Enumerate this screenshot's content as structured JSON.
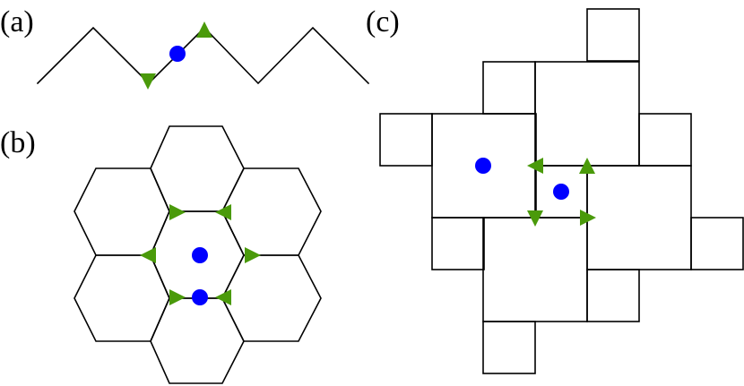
{
  "panels": {
    "a": {
      "label": "(a)"
    },
    "b": {
      "label": "(b)"
    },
    "c": {
      "label": "(c)"
    }
  },
  "colors": {
    "line": "#000000",
    "dot": "#0000ff",
    "marker": "#4a9a0a",
    "background": "#ffffff"
  },
  "markers": {
    "dot": "filled-circle",
    "arrow": "filled-triangle"
  }
}
